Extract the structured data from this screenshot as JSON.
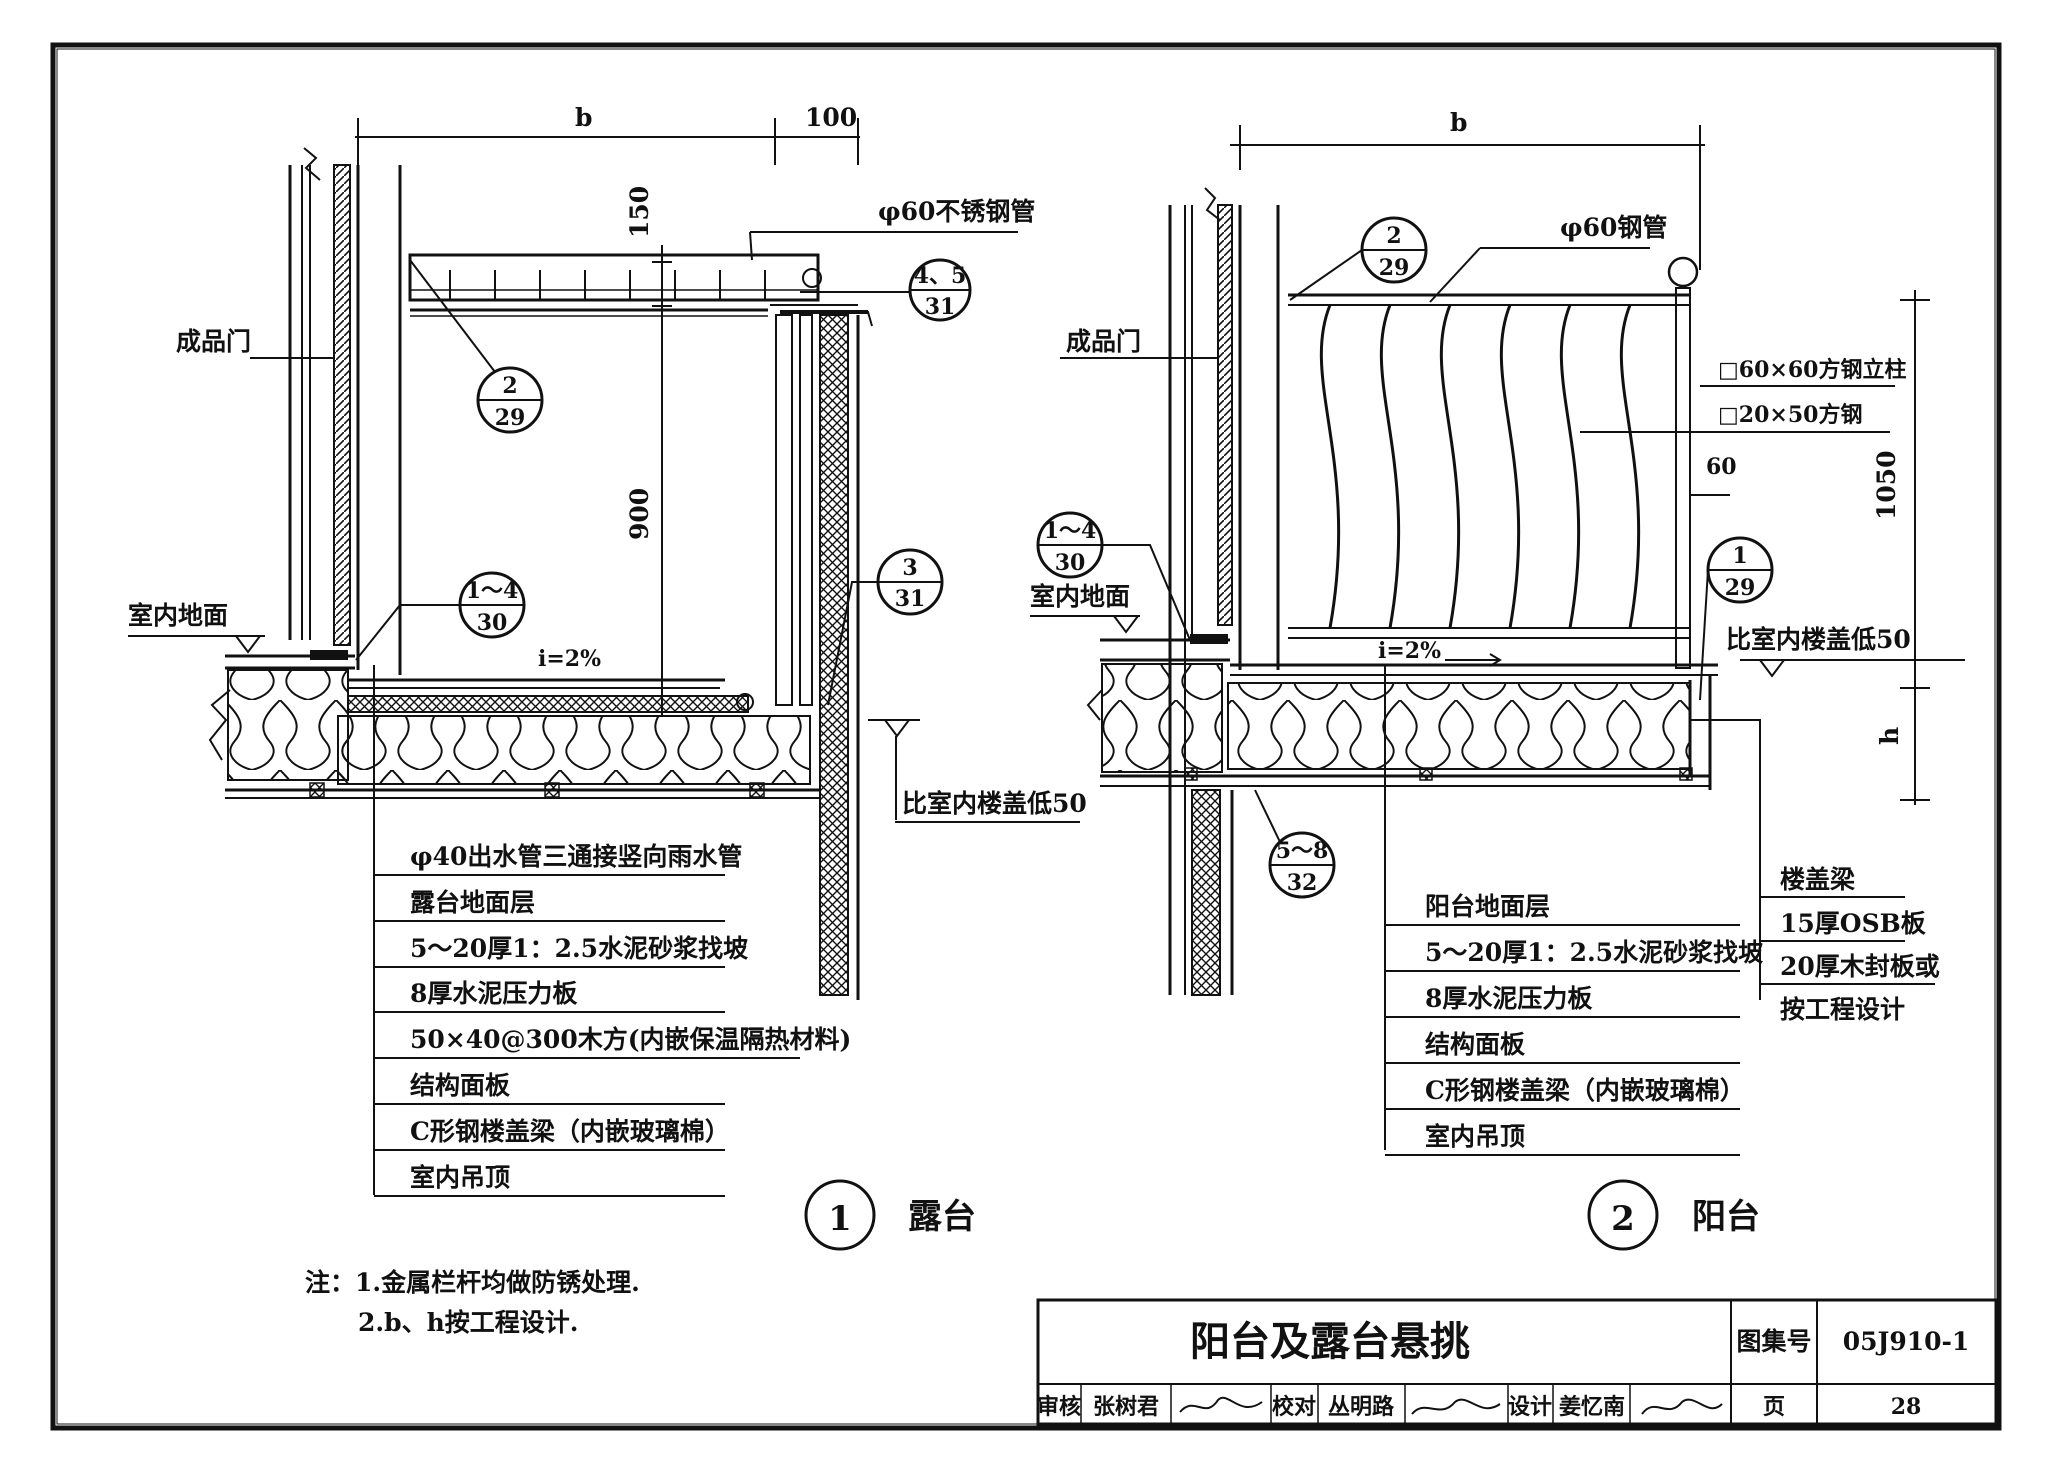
{
  "detail1": {
    "dim_b": "b",
    "dim_100": "100",
    "dim_150": "150",
    "dim_900": "900",
    "pipe_label": "φ60不锈钢管",
    "ref_4_5_31": {
      "top": "4、5",
      "bottom": "31"
    },
    "ref_2_29": {
      "top": "2",
      "bottom": "29"
    },
    "ref_3_31": {
      "top": "3",
      "bottom": "31"
    },
    "ref_1_4_30": {
      "top": "1～4",
      "bottom": "30"
    },
    "door_label": "成品门",
    "indoor_floor": "室内地面",
    "slope": "i=2%",
    "lower_label": "比室内楼盖低50",
    "layers": [
      "φ40出水管三通接竖向雨水管",
      "露台地面层",
      "5～20厚1：2.5水泥砂浆找坡",
      "8厚水泥压力板",
      "50×40@300木方(内嵌保温隔热材料)",
      "结构面板",
      "C形钢楼盖梁（内嵌玻璃棉）",
      "室内吊顶"
    ],
    "number": "1",
    "name": "露台"
  },
  "detail2": {
    "dim_b": "b",
    "dim_60": "60",
    "dim_1050": "1050",
    "dim_h": "h",
    "pipe_label": "φ60钢管",
    "post_label": "□60×60方钢立柱",
    "bar_label": "□20×50方钢",
    "ref_2_29": {
      "top": "2",
      "bottom": "29"
    },
    "ref_1_29": {
      "top": "1",
      "bottom": "29"
    },
    "ref_1_4_30": {
      "top": "1～4",
      "bottom": "30"
    },
    "ref_5_8_32": {
      "top": "5～8",
      "bottom": "32"
    },
    "door_label": "成品门",
    "indoor_floor": "室内地面",
    "slope": "i=2%",
    "lower_label": "比室内楼盖低50",
    "beam_labels": [
      "楼盖梁",
      "15厚OSB板",
      "20厚木封板或",
      "按工程设计"
    ],
    "layers": [
      "阳台地面层",
      "5～20厚1：2.5水泥砂浆找坡",
      "8厚水泥压力板",
      "结构面板",
      "C形钢楼盖梁（内嵌玻璃棉）",
      "室内吊顶"
    ],
    "number": "2",
    "name": "阳台"
  },
  "notes": {
    "line1": "注：1.金属栏杆均做防锈处理.",
    "line2": "2.b、h按工程设计."
  },
  "title_block": {
    "title": "阳台及露台悬挑",
    "atlas_label": "图集号",
    "atlas_value": "05J910-1",
    "review_label": "审核",
    "reviewer": "张树君",
    "check_label": "校对",
    "checker": "丛明路",
    "design_label": "设计",
    "designer": "姜忆南",
    "page_label": "页",
    "page_value": "28"
  }
}
